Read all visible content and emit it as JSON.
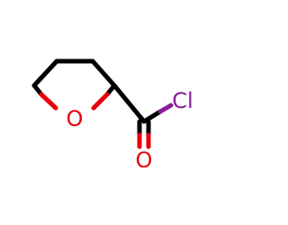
{
  "molecule": {
    "atoms": {
      "ring_oxygen": {
        "label": "O",
        "color": "#e8000b"
      },
      "carbonyl_oxygen": {
        "label": "O",
        "color": "#e8000b"
      },
      "chlorine": {
        "label": "Cl",
        "color": "#8b1a9a"
      }
    },
    "colors": {
      "bond": "#000000",
      "oxygen": "#e8000b",
      "chlorine": "#8b1a9a"
    }
  }
}
